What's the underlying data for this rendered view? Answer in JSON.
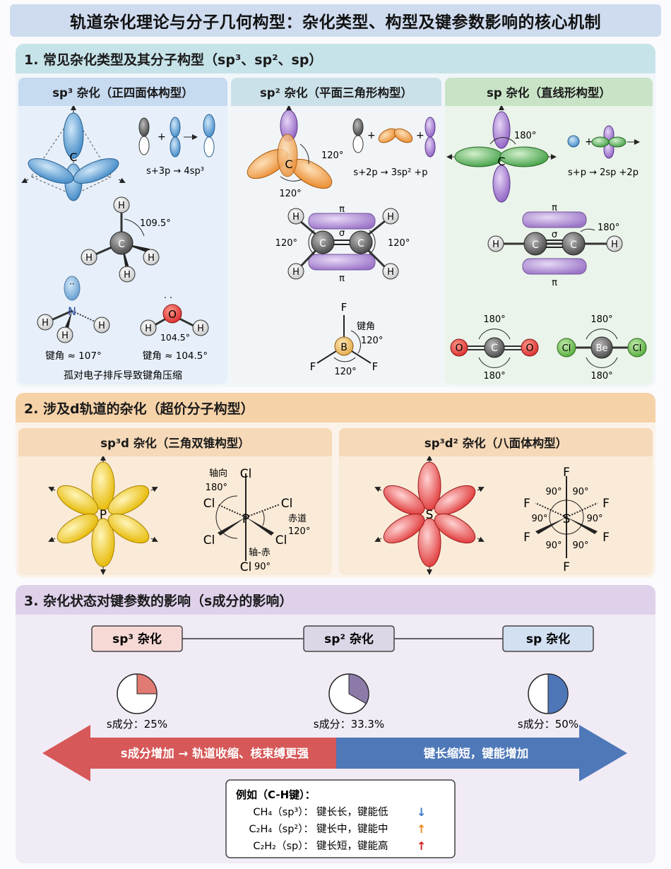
{
  "title": "轨道杂化理论与分子几何构型：杂化类型、构型及键参数影响的核心机制",
  "section1": {
    "heading": "1. 常见杂化类型及其分子构型（sp³、sp²、sp）",
    "sp3": {
      "header": "sp³ 杂化（正四面体构型）",
      "center": "C",
      "formation": "s+3p → 4sp³",
      "methane_angle": "109.5°",
      "H": "H",
      "C": "C",
      "N": "N",
      "O": "O",
      "nh3_angle": "键角 ≈ 107°",
      "h2o_inner": "104.5°",
      "h2o_angle": "键角 ≈ 104.5°",
      "note": "孤对电子排斥导致键角压缩"
    },
    "sp2": {
      "header": "sp² 杂化（平面三角形构型）",
      "center": "C",
      "angle_right": "120°",
      "angle_bottom": "120°",
      "formation": "s+2p → 3sp² +p",
      "pi": "π",
      "sigma": "σ",
      "ethylene_left": "120°",
      "ethylene_right": "120°",
      "B": "B",
      "F": "F",
      "bond_label": "键角",
      "bf3_angle1": "120°",
      "bf3_angle2": "120°"
    },
    "sp": {
      "header": "sp 杂化（直线形构型）",
      "center": "C",
      "angle": "180°",
      "formation": "s+p → 2sp +2p",
      "pi": "π",
      "sigma": "σ",
      "acetylene_angle": "180°",
      "co2_top": "180°",
      "co2_bottom": "180°",
      "becl2_top": "180°",
      "becl2_bottom": "180°",
      "O": "O",
      "Cl": "Cl",
      "Be": "Be"
    }
  },
  "section2": {
    "heading": "2. 涉及d轨道的杂化（超价分子构型）",
    "sp3d": {
      "header": "sp³d 杂化（三角双锥构型）",
      "center": "P",
      "Cl": "Cl",
      "axial_label": "轴向",
      "axial_angle": "180°",
      "equatorial_label": "赤道",
      "equatorial_angle": "120°",
      "axeq_label": "轴-赤",
      "axeq_angle": "90°"
    },
    "sp3d2": {
      "header": "sp³d² 杂化（八面体构型）",
      "center": "S",
      "F": "F",
      "angle": "90°"
    }
  },
  "section3": {
    "heading": "3. 杂化状态对键参数的影响（s成分的影响）",
    "boxes": [
      {
        "label": "sp³ 杂化",
        "s_text": "s成分：25%",
        "fraction": 0.25,
        "color": "#e07a72",
        "bg": "#f6d9d5"
      },
      {
        "label": "sp² 杂化",
        "s_text": "s成分：33.3%",
        "fraction": 0.333,
        "color": "#8c7aa8",
        "bg": "#ddd6e6"
      },
      {
        "label": "sp 杂化",
        "s_text": "s成分：50%",
        "fraction": 0.5,
        "color": "#4e77b8",
        "bg": "#d3e0f2"
      }
    ],
    "arrow_left": "s成分增加 → 轨道收缩、核束缚更强",
    "arrow_right": "键长缩短，键能增加",
    "example": {
      "title": "例如（C-H键）：",
      "rows": [
        {
          "mol": "CH₄（sp³）：",
          "text": "键长长，键能低",
          "arrow": "↓",
          "color": "#3a78c8"
        },
        {
          "mol": "C₂H₄（sp²）：",
          "text": "键长中，键能中",
          "arrow": "↑",
          "color": "#e88a1a"
        },
        {
          "mol": "C₂H₂（sp）：",
          "text": "键长短，键能高",
          "arrow": "↑",
          "color": "#d42020"
        }
      ]
    }
  },
  "colors": {
    "blue_lobe": "#5a9fd4",
    "orange_lobe": "#f0a04a",
    "purple_lobe": "#a87fd0",
    "green_lobe": "#5cb85c",
    "yellow_lobe": "#f2cf3a",
    "red_lobe": "#ef6464"
  }
}
